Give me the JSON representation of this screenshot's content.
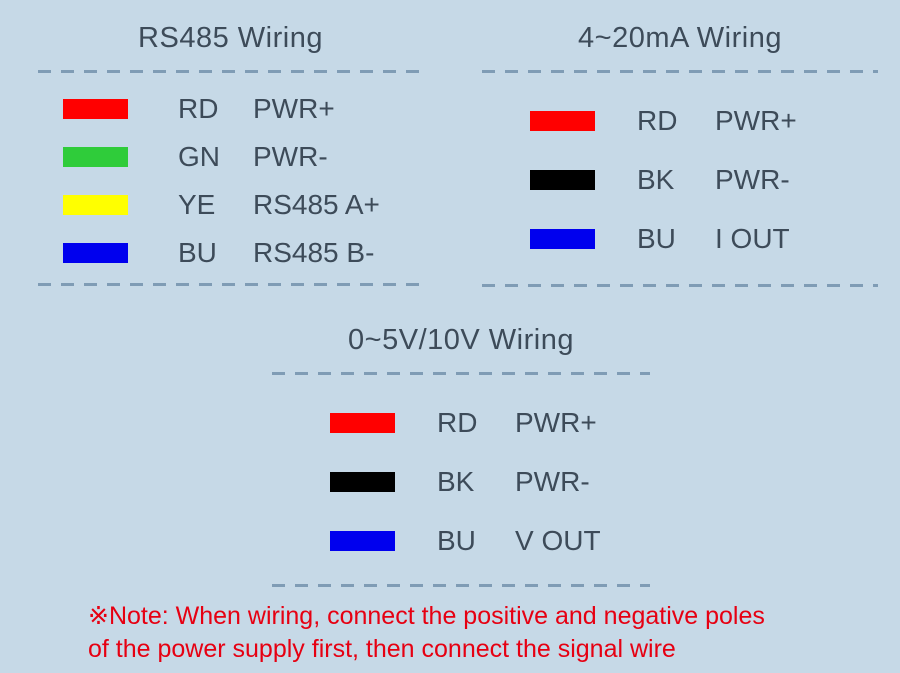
{
  "theme": {
    "bg": "#c6d9e7",
    "text": "#3d4b59",
    "dash": "#7f9cb5",
    "note": "#e60012"
  },
  "sections": [
    {
      "title": "RS485 Wiring",
      "rows": [
        {
          "color": "#ff0000",
          "code": "RD",
          "label": "PWR+"
        },
        {
          "color": "#2fcc3a",
          "code": "GN",
          "label": "PWR-"
        },
        {
          "color": "#ffff00",
          "code": "YE",
          "label": "RS485 A+"
        },
        {
          "color": "#0000ee",
          "code": "BU",
          "label": "RS485 B-"
        }
      ]
    },
    {
      "title": "4~20mA Wiring",
      "rows": [
        {
          "color": "#ff0000",
          "code": "RD",
          "label": "PWR+"
        },
        {
          "color": "#000000",
          "code": "BK",
          "label": "PWR-"
        },
        {
          "color": "#0000ee",
          "code": "BU",
          "label": "I OUT"
        }
      ]
    },
    {
      "title": "0~5V/10V Wiring",
      "rows": [
        {
          "color": "#ff0000",
          "code": "RD",
          "label": "PWR+"
        },
        {
          "color": "#000000",
          "code": "BK",
          "label": "PWR-"
        },
        {
          "color": "#0000ee",
          "code": "BU",
          "label": "V OUT"
        }
      ]
    }
  ],
  "note": {
    "line1": "※Note: When wiring, connect the positive and negative poles",
    "line2": "of the power supply first, then connect the signal wire"
  }
}
